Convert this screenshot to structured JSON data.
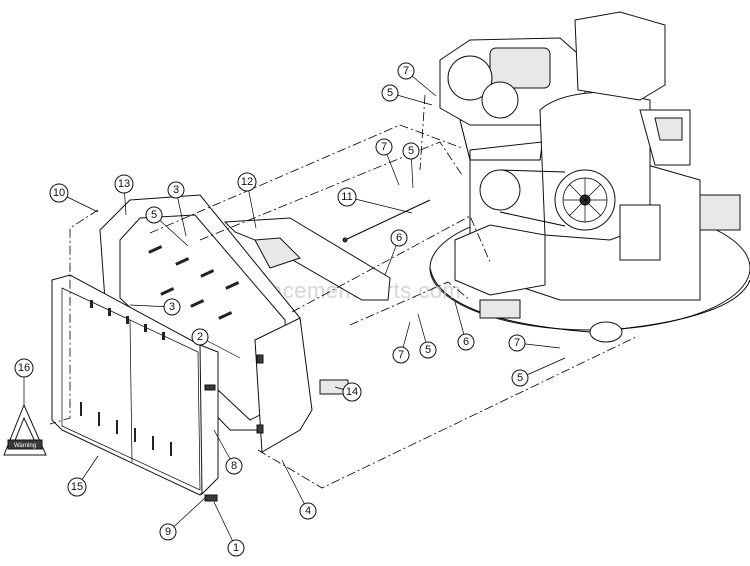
{
  "diagram": {
    "watermark": "eReplacementParts.com",
    "warning_sign_text": "Warning",
    "callouts": [
      {
        "id": "c1",
        "label": "1"
      },
      {
        "id": "c2",
        "label": "2"
      },
      {
        "id": "c3a",
        "label": "3"
      },
      {
        "id": "c3b",
        "label": "3"
      },
      {
        "id": "c4",
        "label": "4"
      },
      {
        "id": "c5a",
        "label": "5"
      },
      {
        "id": "c5b",
        "label": "5"
      },
      {
        "id": "c5c",
        "label": "5"
      },
      {
        "id": "c5d",
        "label": "5"
      },
      {
        "id": "c5e",
        "label": "5"
      },
      {
        "id": "c6a",
        "label": "6"
      },
      {
        "id": "c6b",
        "label": "6"
      },
      {
        "id": "c7a",
        "label": "7"
      },
      {
        "id": "c7b",
        "label": "7"
      },
      {
        "id": "c7c",
        "label": "7"
      },
      {
        "id": "c7d",
        "label": "7"
      },
      {
        "id": "c8",
        "label": "8"
      },
      {
        "id": "c9",
        "label": "9"
      },
      {
        "id": "c10",
        "label": "10"
      },
      {
        "id": "c11",
        "label": "11"
      },
      {
        "id": "c12",
        "label": "12"
      },
      {
        "id": "c13",
        "label": "13"
      },
      {
        "id": "c14",
        "label": "14"
      },
      {
        "id": "c15",
        "label": "15"
      },
      {
        "id": "c16",
        "label": "16"
      }
    ]
  }
}
